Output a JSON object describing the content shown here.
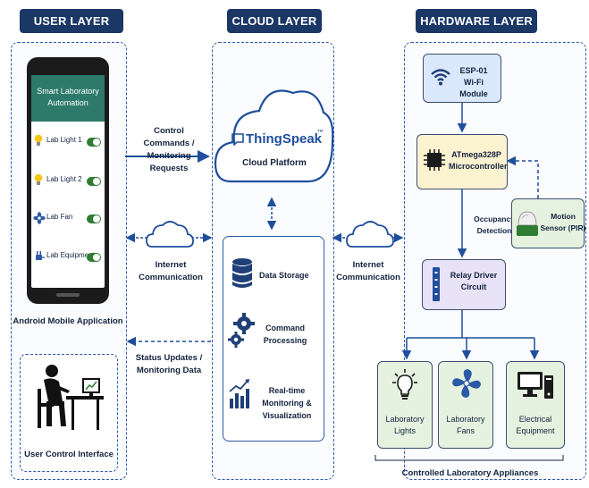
{
  "layers": {
    "user": "USER LAYER",
    "cloud": "CLOUD LAYER",
    "hardware": "HARDWARE LAYER"
  },
  "phone": {
    "app_title": "Smart Laboratory Automation",
    "items": [
      {
        "label": "Lab Light 1",
        "icon": "lightbulb-icon"
      },
      {
        "label": "Lab Light 2",
        "icon": "lightbulb-icon"
      },
      {
        "label": "Lab Fan",
        "icon": "fan-icon"
      },
      {
        "label": "Lab Equipment",
        "icon": "plug-icon"
      }
    ],
    "caption": "Android Mobile Application",
    "accent": "#2d7a6a"
  },
  "user_interface": {
    "caption": "User Control Interface"
  },
  "arrows": {
    "control": "Control Commands / Monitoring Requests",
    "status": "Status Updates / Monitoring Data",
    "internet_left": "Internet Communication",
    "internet_right": "Internet Communication"
  },
  "cloud": {
    "brand": "ThingSpeak",
    "tm": "™",
    "platform": "Cloud Platform",
    "services": [
      {
        "label": "Data Storage",
        "icon": "database-icon"
      },
      {
        "label": "Command Processing",
        "icon": "gears-icon"
      },
      {
        "label": "Real-time Monitoring & Visualization",
        "icon": "bar-chart-icon"
      }
    ]
  },
  "hardware": {
    "wifi": "ESP-01 Wi-Fi Module",
    "mcu": "ATmega328P Microcontroller",
    "occupancy": "Occupancy Detection",
    "sensor": "Motion Sensor (PIR)",
    "relay": "Relay Driver Circuit",
    "appliances": [
      {
        "label": "Laboratory Lights",
        "icon": "lightbulb-icon"
      },
      {
        "label": "Laboratory Fans",
        "icon": "fan-icon"
      },
      {
        "label": "Electrical Equipment",
        "icon": "computer-icon"
      }
    ],
    "group": "Controlled Laboratory Appliances"
  },
  "colors": {
    "navy": "#1a3766",
    "blue": "#2d5aa6",
    "wifi_fill": "#dbe8fb",
    "mcu_fill": "#fbf3cf",
    "relay_fill": "#e8e2f6",
    "appliance_fill": "#e4f2df",
    "toggle": "#2e7d32"
  }
}
